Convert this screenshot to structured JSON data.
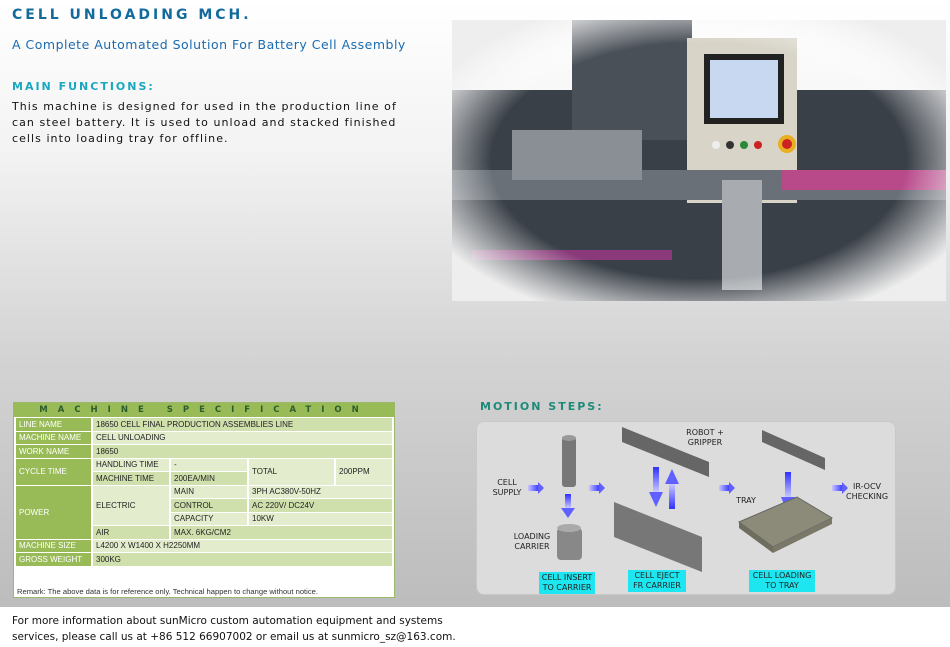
{
  "header": {
    "title": "CELL UNLOADING MCH.",
    "subtitle": "A Complete Automated Solution For Battery Cell Assembly"
  },
  "main_functions": {
    "heading": "MAIN FUNCTIONS:",
    "text": "This machine is designed for used in the production line of can steel battery. It is used to unload and stacked finished cells into loading tray for offline."
  },
  "spec": {
    "title": "MACHINE SPECIFICATION",
    "line_name": {
      "label": "LINE NAME",
      "value": "18650 CELL FINAL PRODUCTION ASSEMBLIES LINE"
    },
    "machine_name": {
      "label": "MACHINE NAME",
      "value": "CELL UNLOADING"
    },
    "work_name": {
      "label": "WORK NAME",
      "value": "18650"
    },
    "cycle_time": {
      "label": "CYCLE TIME",
      "handling_label": "HANDLING TIME",
      "handling_value": "-",
      "machine_label": "MACHINE TIME",
      "machine_value": "200EA/MIN",
      "total_label": "TOTAL",
      "total_value": "200PPM"
    },
    "power": {
      "label": "POWER",
      "electric": "ELECTRIC",
      "main_label": "MAIN",
      "main_value": "3PH AC380V-50HZ",
      "control_label": "CONTROL",
      "control_value": "AC 220V/ DC24V",
      "capacity_label": "CAPACITY",
      "capacity_value": "10KW",
      "air_label": "AIR",
      "air_value": "MAX. 6KG/CM2"
    },
    "machine_size": {
      "label": "MACHINE SIZE",
      "value": "L4200 X W1400 X H2250MM"
    },
    "gross_weight": {
      "label": "GROSS WEIGHT",
      "value": "300KG"
    },
    "remark": "Remark: The above data is for reference only. Technical happen to change without notice."
  },
  "motion": {
    "heading": "MOTION STEPS:",
    "cell_supply": "CELL SUPPLY",
    "loading_carrier": "LOADING CARRIER",
    "robot_gripper": "ROBOT + GRIPPER",
    "tray": "TRAY",
    "ir_ocv": "IR-OCV CHECKING",
    "step1": "CELL INSERT TO CARRIER",
    "step2": "CELL EJECT FR CARRIER",
    "step3": "CELL LOADING TO TRAY"
  },
  "footer": {
    "line1": "For more information about sunMicro custom automation equipment and systems",
    "line2": "services, please call us at +86 512 66907002 or email us at sunmicro_sz@163.com."
  }
}
